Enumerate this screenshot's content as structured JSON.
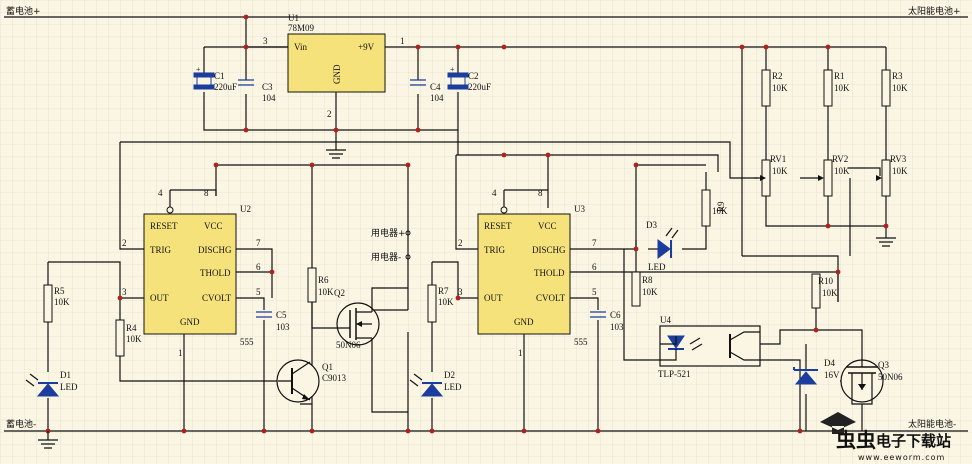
{
  "labels": {
    "battery_pos": "蓄电池+",
    "battery_neg": "蓄电池-",
    "solar_pos": "太阳能电池+",
    "solar_neg": "太阳能电池-",
    "load_pos": "用电器+",
    "load_neg": "用电器-"
  },
  "u1": {
    "ref": "U1",
    "part": "78M09",
    "vin": "Vin",
    "vout": "+9V",
    "gnd": "GND",
    "pin_in": "3",
    "pin_out": "1",
    "pin_gnd": "2"
  },
  "u2": {
    "ref": "U2",
    "part": "555",
    "reset": "RESET",
    "vcc": "VCC",
    "trig": "TRIG",
    "disch": "DISCHG",
    "thold": "THOLD",
    "out": "OUT",
    "cvolt": "CVOLT",
    "gnd": "GND",
    "p4": "4",
    "p8": "8",
    "p2": "2",
    "p7": "7",
    "p6": "6",
    "p3": "3",
    "p5": "5",
    "p1": "1"
  },
  "u3": {
    "ref": "U3",
    "part": "555",
    "reset": "RESET",
    "vcc": "VCC",
    "trig": "TRIG",
    "disch": "DISCHG",
    "thold": "THOLD",
    "out": "OUT",
    "cvolt": "CVOLT",
    "gnd": "GND",
    "p4": "4",
    "p8": "8",
    "p2": "2",
    "p7": "7",
    "p6": "6",
    "p3": "3",
    "p5": "5",
    "p1": "1"
  },
  "caps": {
    "c1": {
      "ref": "C1",
      "val": "220uF"
    },
    "c2": {
      "ref": "C2",
      "val": "220uF"
    },
    "c3": {
      "ref": "C3",
      "val": "104"
    },
    "c4": {
      "ref": "C4",
      "val": "104"
    },
    "c5": {
      "ref": "C5",
      "val": "103"
    },
    "c6": {
      "ref": "C6",
      "val": "103"
    }
  },
  "resistors": {
    "r1": {
      "ref": "R1",
      "val": "10K"
    },
    "r2": {
      "ref": "R2",
      "val": "10K"
    },
    "r3": {
      "ref": "R3",
      "val": "10K"
    },
    "r4": {
      "ref": "R4",
      "val": "10K"
    },
    "r5": {
      "ref": "R5",
      "val": "10K"
    },
    "r6": {
      "ref": "R6",
      "val": "10K"
    },
    "r7": {
      "ref": "R7",
      "val": "10K"
    },
    "r8": {
      "ref": "R8",
      "val": "10K"
    },
    "r9": {
      "ref": "R9",
      "val": "10K"
    },
    "r10": {
      "ref": "R10",
      "val": "10K"
    }
  },
  "pots": {
    "rv1": {
      "ref": "RV1",
      "val": "10K"
    },
    "rv2": {
      "ref": "RV2",
      "val": "10K"
    },
    "rv3": {
      "ref": "RV3",
      "val": "10K"
    }
  },
  "diodes": {
    "d1": {
      "ref": "D1",
      "val": "LED"
    },
    "d2": {
      "ref": "D2",
      "val": "LED"
    },
    "d3": {
      "ref": "D3",
      "val": "LED"
    },
    "d4": {
      "ref": "D4",
      "val": "16V"
    }
  },
  "transistors": {
    "q1": {
      "ref": "Q1",
      "val": "C9013"
    },
    "q2": {
      "ref": "Q2",
      "val": "50N06"
    },
    "q3": {
      "ref": "Q3",
      "val": "50N06"
    }
  },
  "u4": {
    "ref": "U4",
    "val": "TLP-521"
  },
  "watermark": {
    "name": "电子下载站",
    "url": "www.eeworm.com"
  },
  "colors": {
    "background": "#fbf6e4",
    "grid": "#d8d2c6",
    "wire": "#111111",
    "component": "#1a3d9e",
    "junction": "#b0221c"
  }
}
